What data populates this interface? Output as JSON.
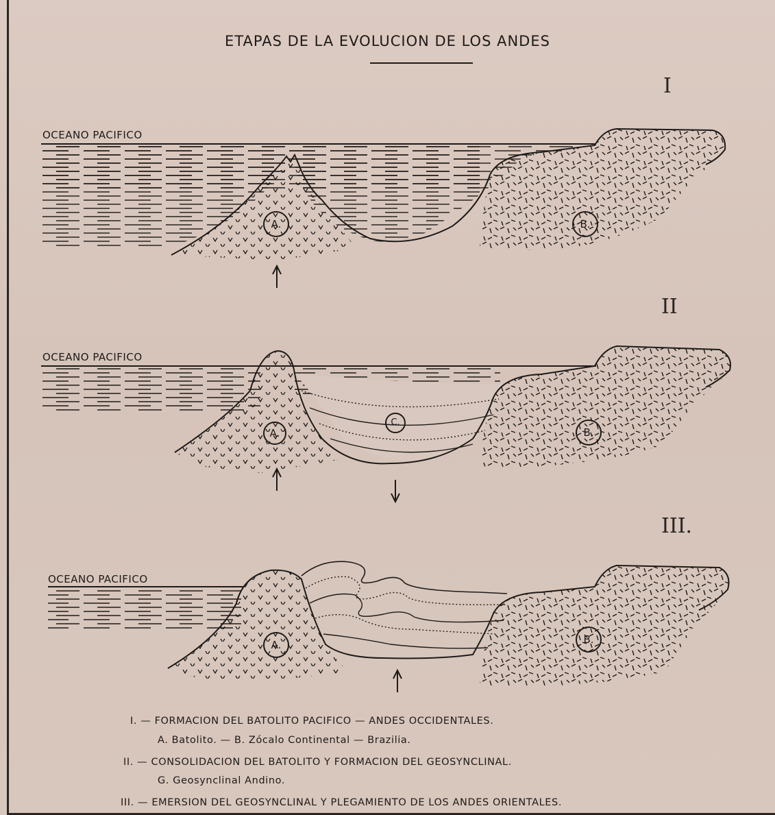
{
  "title": "ETAPAS DE LA EVOLUCION DE LOS ANDES",
  "stages": [
    {
      "numeral": "I",
      "ocean_label": "OCEANO PACIFICO",
      "labels": [
        "A.",
        "B."
      ]
    },
    {
      "numeral": "II",
      "ocean_label": "OCEANO PACIFICO",
      "labels": [
        "A.",
        "C.",
        "B."
      ]
    },
    {
      "numeral": "III.",
      "ocean_label": "OCEANO PACIFICO",
      "labels": [
        "A.",
        "B."
      ]
    }
  ],
  "legend": {
    "line1": "I. — FORMACION DEL BATOLITO PACIFICO — ANDES OCCIDENTALES.",
    "line2": "A. Batolito. — B. Zócalo Continental — Brazilia.",
    "line3": "II. — CONSOLIDACION DEL BATOLITO Y FORMACION DEL GEOSYNCLINAL.",
    "line4": "G. Geosynclinal Andino.",
    "line5": "III. — EMERSION DEL GEOSYNCLINAL Y PLEGAMIENTO DE LOS ANDES ORIENTALES."
  },
  "colors": {
    "ink": "#1e1a18",
    "paper": "#d9c8bf"
  }
}
